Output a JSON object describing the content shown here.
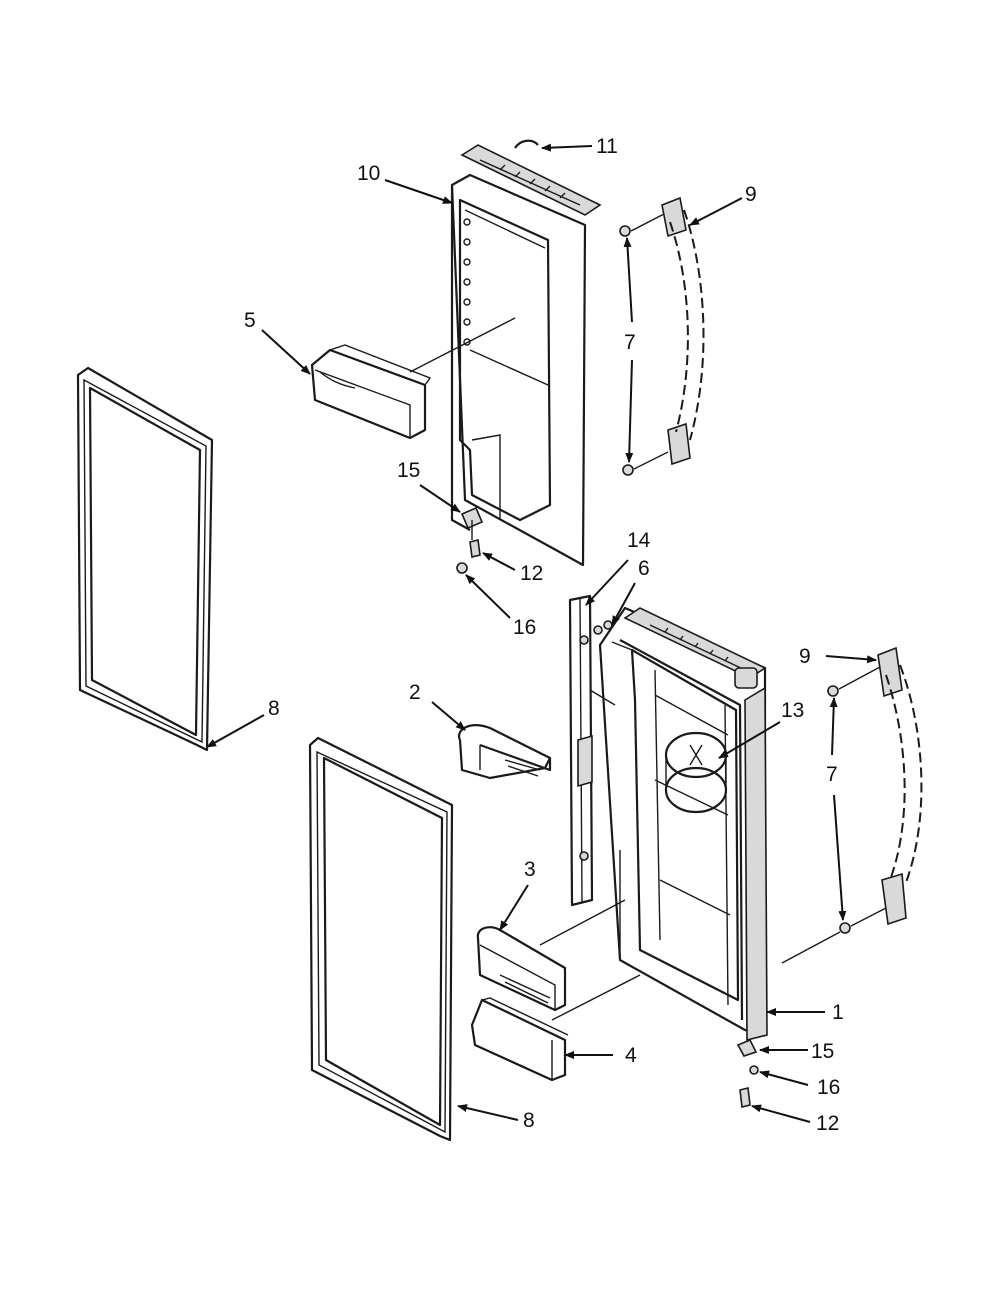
{
  "callouts": {
    "p1": "1",
    "p2": "2",
    "p3": "3",
    "p4": "4",
    "p5": "5",
    "p6": "6",
    "p7_upper": "7",
    "p7_lower": "7",
    "p8_upper": "8",
    "p8_lower": "8",
    "p9_upper": "9",
    "p9_lower": "9",
    "p10": "10",
    "p11": "11",
    "p12_upper": "12",
    "p12_lower": "12",
    "p13": "13",
    "p14": "14",
    "p15_upper": "15",
    "p15_lower": "15",
    "p16_upper": "16",
    "p16_lower": "16"
  },
  "colors": {
    "line": "#1a1a1a",
    "fill": "#d9d9d9",
    "background": "#ffffff"
  }
}
